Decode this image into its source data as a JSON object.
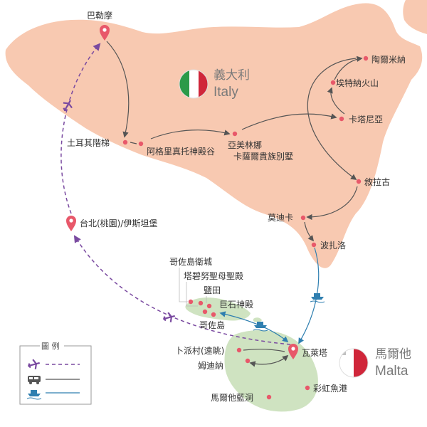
{
  "colors": {
    "sicily": "#f8c9b1",
    "malta": "#cfe3c1",
    "city_dot": "#e8586a",
    "pin": "#e8586a",
    "flight_route": "#7a4aa0",
    "road_route": "#555555",
    "ferry_route": "#2f7fb0",
    "label_text": "#333333",
    "country_text": "#7a7a7a"
  },
  "countries": {
    "italy": {
      "name_zh": "義大利",
      "name_en": "Italy",
      "flag_colors": [
        "#2b9a48",
        "#ffffff",
        "#d0263a"
      ]
    },
    "malta": {
      "name_zh": "馬爾他",
      "name_en": "Malta",
      "flag_colors": [
        "#ffffff",
        "#d0263a"
      ]
    }
  },
  "places": {
    "palermo": "巴勒摩",
    "scala_dei_turchi": "土耳其階梯",
    "agrigento": "阿格里真托神殿谷",
    "piazza_armerina_line1": "亞美林娜",
    "piazza_armerina_line2": "卡薩爾貴族別墅",
    "catania": "卡塔尼亞",
    "etna": "埃特納火山",
    "taormina": "陶爾米納",
    "syracuse": "敘拉古",
    "modica": "莫迪卡",
    "pozzallo": "波扎洛",
    "taipei": "台北(桃園)/伊斯坦堡",
    "gozo_citadel": "哥佐島衛城",
    "ta_pinu": "塔碧努聖母聖殿",
    "salt_pans": "鹽田",
    "ggantija": "巨石神殿",
    "gozo": "哥佐島",
    "valletta": "瓦萊塔",
    "dingli": "卜派村(遠眺)",
    "mdina": "姆迪納",
    "marsaxlokk": "彩虹魚港",
    "blue_grotto": "馬爾他藍洞"
  },
  "legend": {
    "title": "圖 例",
    "items": [
      {
        "icon": "airplane-icon",
        "style": "dashed"
      },
      {
        "icon": "bus-icon",
        "style": "solid"
      },
      {
        "icon": "ferry-icon",
        "style": "solid"
      }
    ]
  }
}
